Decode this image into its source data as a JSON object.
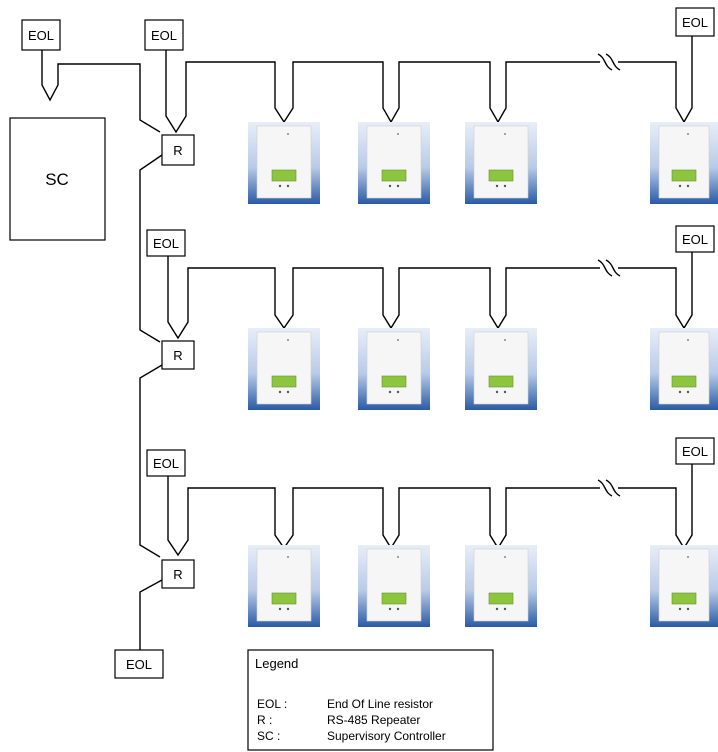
{
  "labels": {
    "eol": "EOL",
    "repeater": "R",
    "supervisory_controller": "SC"
  },
  "legend": {
    "title": "Legend",
    "entries": [
      {
        "key": "EOL :",
        "value": "End Of Line resistor"
      },
      {
        "key": "R :",
        "value": "RS-485 Repeater"
      },
      {
        "key": "SC :",
        "value": "Supervisory Controller"
      }
    ]
  },
  "colors": {
    "line": "#000000",
    "device_frame": "#2a5aa6",
    "device_frame_light": "#e8eef8",
    "device_body": "#f4f4f4",
    "display": "#8cc63f"
  }
}
